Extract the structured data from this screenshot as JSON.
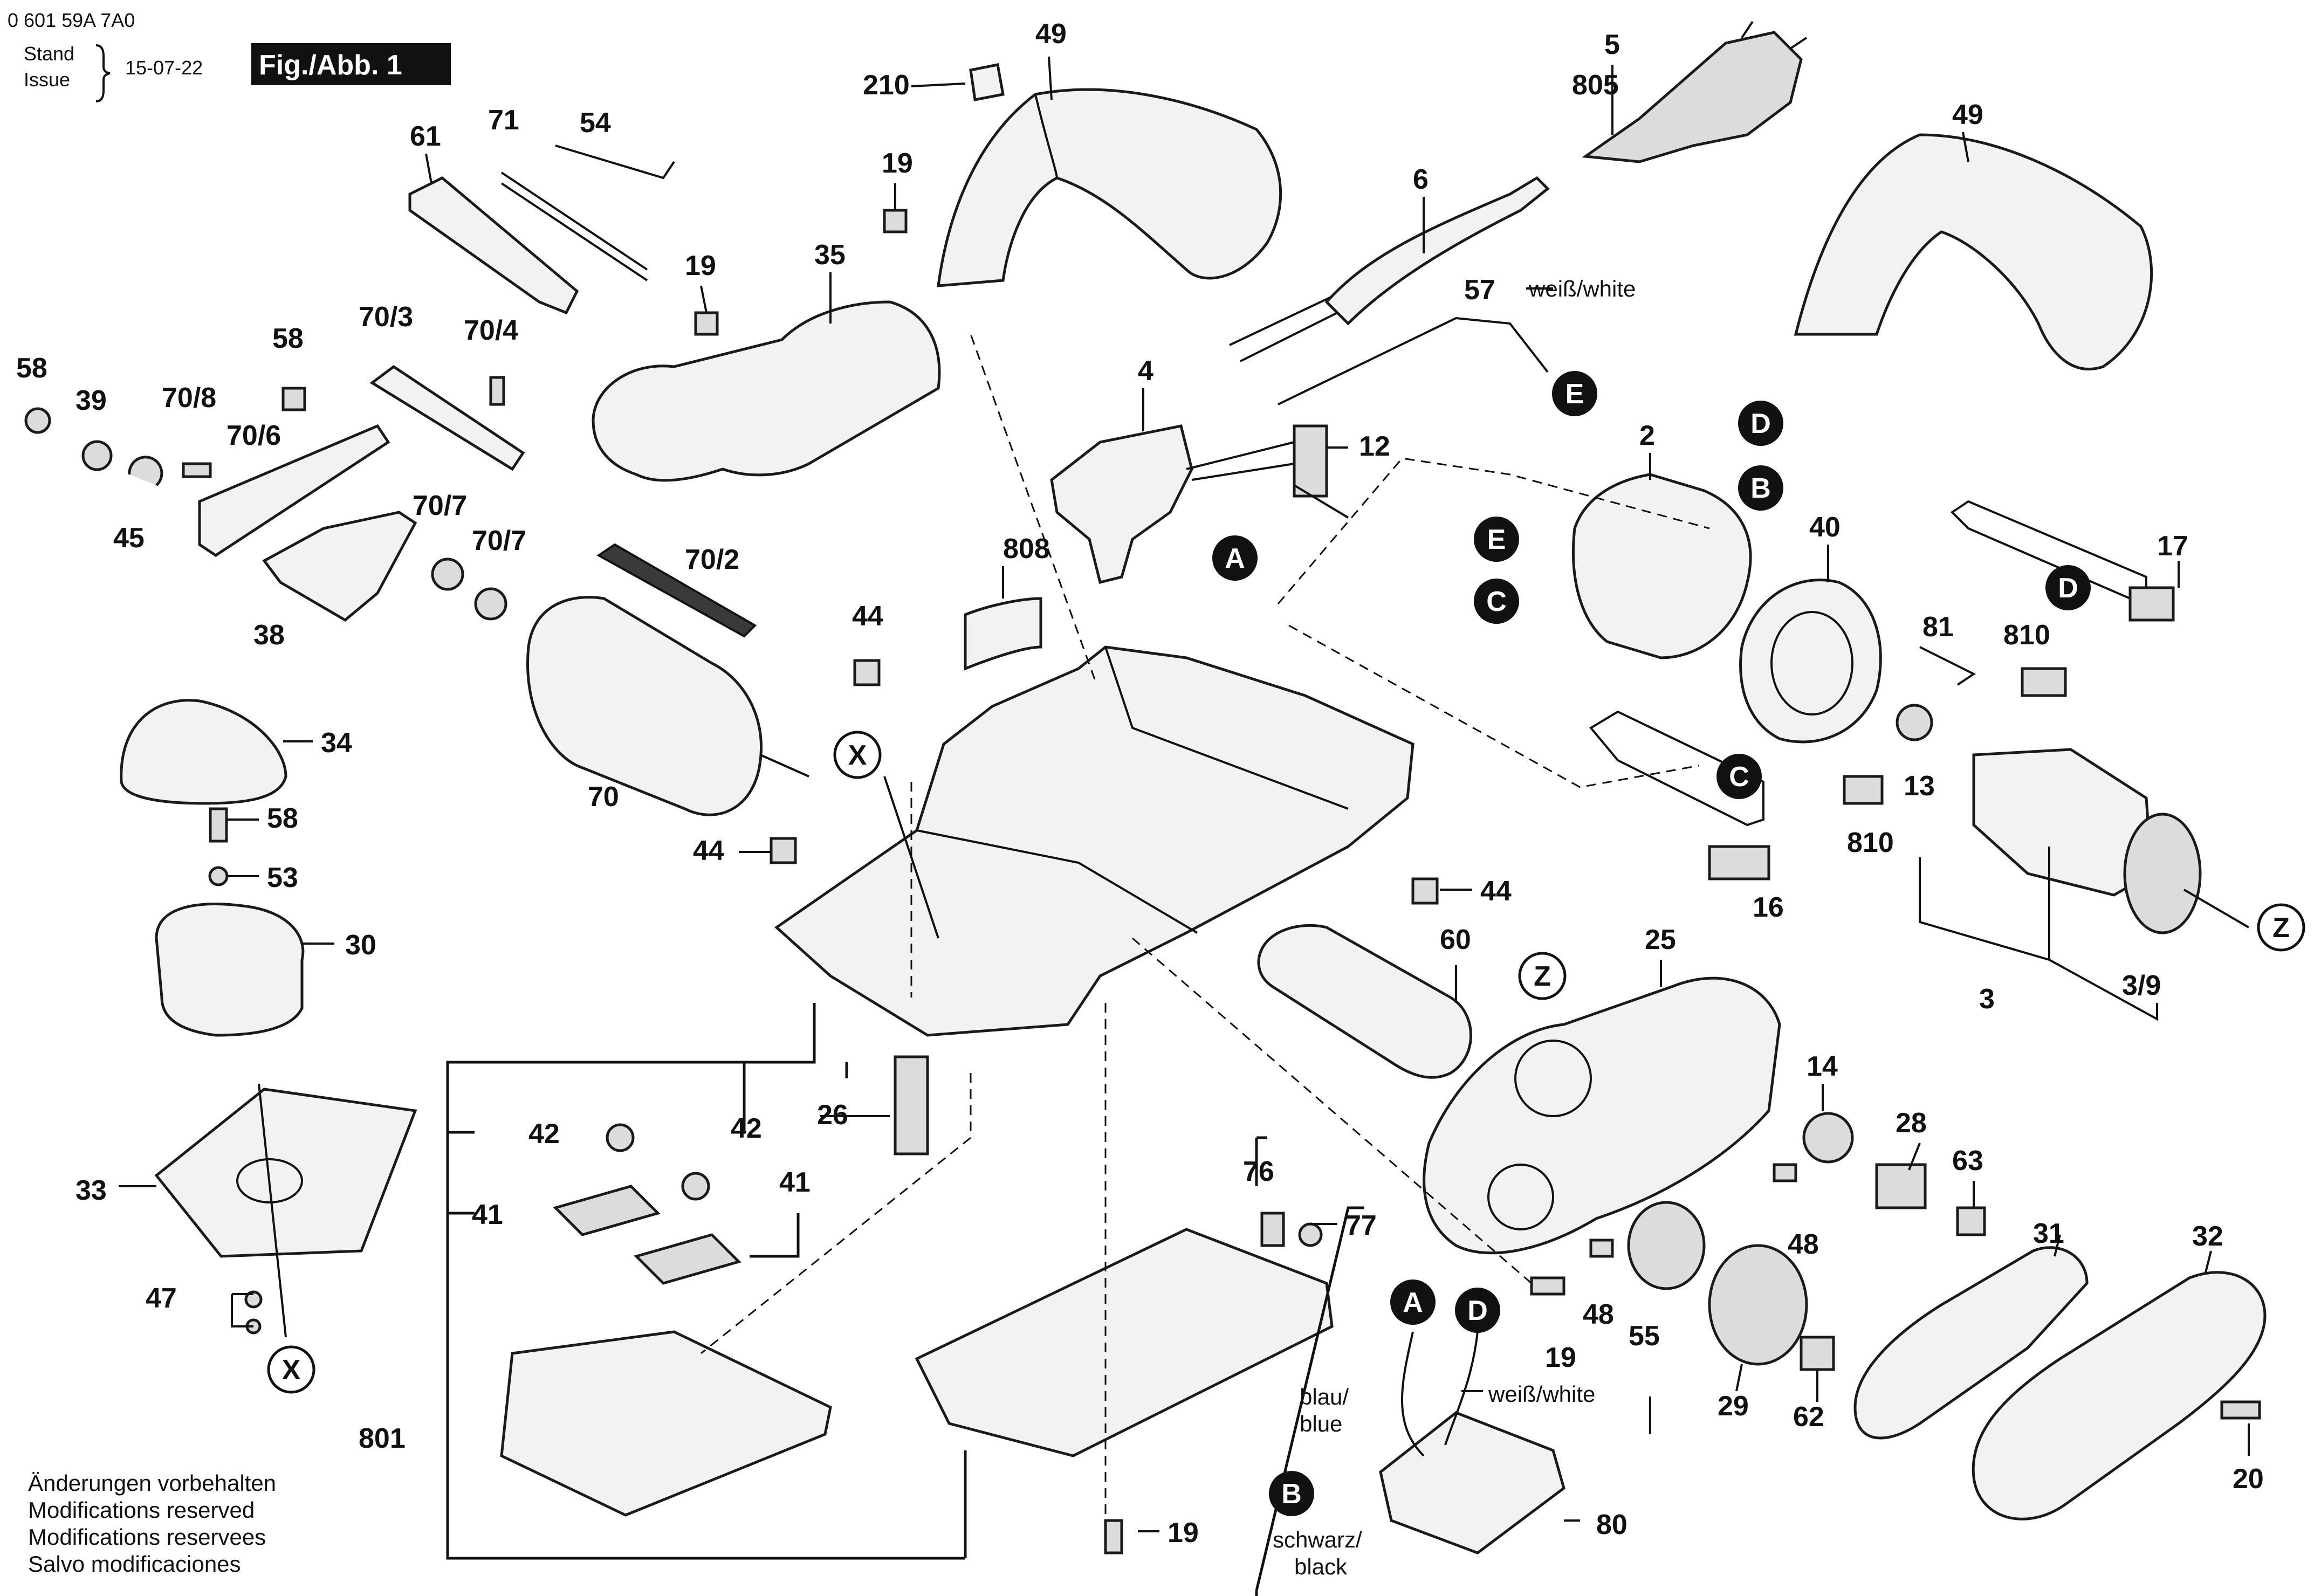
{
  "header": {
    "doc_number": "0 601 59A 7A0",
    "stand_label": "Stand",
    "issue_label": "Issue",
    "date": "15-07-22",
    "figure_label": "Fig./Abb. 1"
  },
  "footer": {
    "lines": [
      "Änderungen vorbehalten",
      "Modifications reserved",
      "Modifications reservees",
      "Salvo modificaciones"
    ]
  },
  "wire_labels": {
    "white_57": "weiß/white",
    "blau": "blau/",
    "blue": "blue",
    "white_d": "weiß/white",
    "schwarz": "schwarz/",
    "black": "black"
  },
  "callouts": {
    "p49a": "49",
    "p210": "210",
    "p5": "5",
    "p805": "805",
    "p49b": "49",
    "p19a": "19",
    "p6": "6",
    "p61": "61",
    "p71": "71",
    "p54": "54",
    "p19b": "19",
    "p35": "35",
    "p57": "57",
    "p58a": "58",
    "p39": "39",
    "p708": "70/8",
    "p706": "70/6",
    "p58b": "58",
    "p703": "70/3",
    "p704": "70/4",
    "p4": "4",
    "p12": "12",
    "p2": "2",
    "p45": "45",
    "p707a": "70/7",
    "p707b": "70/7",
    "p808": "808",
    "p40": "40",
    "p17": "17",
    "p38": "38",
    "p702": "70/2",
    "p44a": "44",
    "p81": "81",
    "p810a": "810",
    "p34": "34",
    "p13": "13",
    "p70": "70",
    "p58c": "58",
    "p53": "53",
    "p44b": "44",
    "p810b": "810",
    "p44c": "44",
    "p16": "16",
    "p30": "30",
    "p60": "60",
    "p25": "25",
    "p3": "3",
    "p39b": "3/9",
    "p42a": "42",
    "p42b": "42",
    "p26": "26",
    "p41a": "41",
    "p41b": "41",
    "p33": "33",
    "p14": "14",
    "p28": "28",
    "p63": "63",
    "p76": "76",
    "p77": "77",
    "p48a": "48",
    "p31": "31",
    "p32": "32",
    "p47": "47",
    "p48b": "48",
    "p19c": "19",
    "p55": "55",
    "p29": "29",
    "p62": "62",
    "p801": "801",
    "p80": "80",
    "p19d": "19",
    "p20": "20"
  },
  "markers": {
    "A1": "A",
    "A2": "A",
    "B1": "B",
    "B2": "B",
    "C1": "C",
    "C2": "C",
    "D1": "D",
    "D2": "D",
    "D3": "D",
    "E1": "E",
    "E2": "E",
    "X1": "X",
    "X2": "X",
    "Z1": "Z",
    "Z2": "Z"
  },
  "colors": {
    "ink": "#111111",
    "paper": "#ffffff",
    "part_fill": "#f2f2f2"
  }
}
